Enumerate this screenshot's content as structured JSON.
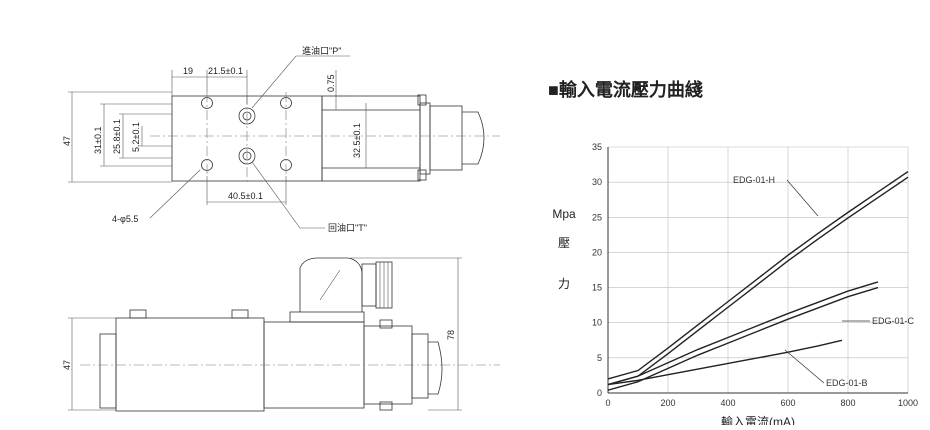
{
  "top_drawing": {
    "dims": {
      "d19": "19",
      "d21_5": "21.5±0.1",
      "d0_75": "0.75",
      "d47": "47",
      "d31": "31±0.1",
      "d25_8": "25.8±0.1",
      "d5_2": "5.2±0.1",
      "d32_5": "32.5±0.1",
      "d40_5": "40.5±0.1",
      "holes": "4-φ5.5"
    },
    "labels": {
      "port_p": "進油口\"P\"",
      "port_t": "回油口\"T\""
    }
  },
  "bottom_drawing": {
    "dims": {
      "d47": "47",
      "d78": "78"
    }
  },
  "chart_title": "■輸入電流壓力曲綫",
  "chart_data": {
    "type": "line",
    "title": "輸入電流壓力曲綫",
    "xlabel": "輸入電流(mA)",
    "ylabel": [
      "Mpa",
      "壓",
      "力"
    ],
    "xlim": [
      0,
      1000
    ],
    "ylim": [
      0,
      35
    ],
    "xticks": [
      0,
      200,
      400,
      600,
      800,
      1000
    ],
    "yticks": [
      0,
      5,
      10,
      15,
      20,
      25,
      30,
      35
    ],
    "grid": true,
    "series": [
      {
        "name": "EDG-01-H",
        "hysteresis": true,
        "x": [
          0,
          100,
          200,
          300,
          400,
          500,
          600,
          700,
          800,
          900,
          1000
        ],
        "y": [
          2,
          3.2,
          6.4,
          9.7,
          13,
          16.3,
          19.6,
          22.7,
          25.7,
          28.6,
          31.5
        ]
      },
      {
        "name": "EDG-01-C",
        "hysteresis": true,
        "x": [
          0,
          100,
          200,
          300,
          400,
          500,
          600,
          700,
          800,
          900
        ],
        "y": [
          1.2,
          2.4,
          4.3,
          6.2,
          7.9,
          9.6,
          11.3,
          12.9,
          14.5,
          15.8
        ]
      },
      {
        "name": "EDG-01-B",
        "hysteresis": false,
        "x": [
          0,
          100,
          200,
          300,
          400,
          500,
          600,
          700,
          780
        ],
        "y": [
          1.2,
          1.8,
          2.6,
          3.4,
          4.2,
          5.0,
          5.8,
          6.7,
          7.5
        ]
      }
    ],
    "annotations": [
      "EDG-01-H",
      "EDG-01-C",
      "EDG-01-B"
    ]
  }
}
